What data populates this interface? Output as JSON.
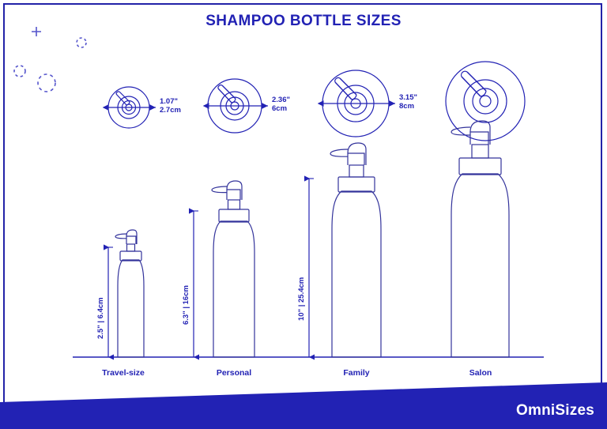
{
  "page": {
    "title": "SHAMPOO BOTTLE SIZES",
    "accent_color": "#2222b4",
    "band_color": "#2222b4",
    "background_color": "#ffffff",
    "brand": "OmniSizes"
  },
  "top_views": [
    {
      "name": "Travel-size",
      "diameter_in": "1.07\"",
      "diameter_cm": "2.7cm",
      "has_label": true
    },
    {
      "name": "Personal",
      "diameter_in": "2.36\"",
      "diameter_cm": "6cm",
      "has_label": true
    },
    {
      "name": "Family",
      "diameter_in": "3.15\"",
      "diameter_cm": "8cm",
      "has_label": true
    },
    {
      "name": "Salon",
      "diameter_in": "",
      "diameter_cm": "",
      "has_label": false
    }
  ],
  "bottles": [
    {
      "label": "Travel-size",
      "height_label": "2.5\" | 6.4cm"
    },
    {
      "label": "Personal",
      "height_label": "6.3\" | 16cm"
    },
    {
      "label": "Family",
      "height_label": "10\" | 25.4cm"
    },
    {
      "label": "Salon",
      "height_label": ""
    }
  ],
  "decor": {
    "plus": "+",
    "dashed_circles": 3
  }
}
